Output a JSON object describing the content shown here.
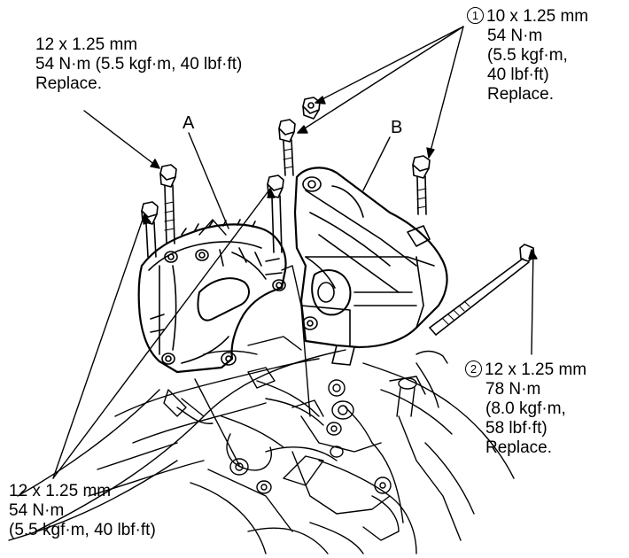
{
  "callouts": {
    "top_left": {
      "line1": "12 x 1.25 mm",
      "line2": "54 N·m (5.5 kgf·m, 40 lbf·ft)",
      "line3": "Replace."
    },
    "top_right": {
      "marker": "1",
      "line1": "10 x 1.25 mm",
      "line2": "54 N·m",
      "line3": "(5.5 kgf·m,",
      "line4": "40 lbf·ft)",
      "line5": "Replace."
    },
    "mid_right": {
      "marker": "2",
      "line1": "12 x 1.25 mm",
      "line2": "78 N·m",
      "line3": "(8.0 kgf·m,",
      "line4": "58 lbf·ft)",
      "line5": "Replace."
    },
    "bottom_left": {
      "line1": "12 x 1.25 mm",
      "line2": "54 N·m",
      "line3": "(5.5 kgf·m, 40 lbf·ft)"
    }
  },
  "part_labels": {
    "a": "A",
    "b": "B"
  },
  "colors": {
    "ink": "#000000",
    "background": "#ffffff"
  }
}
